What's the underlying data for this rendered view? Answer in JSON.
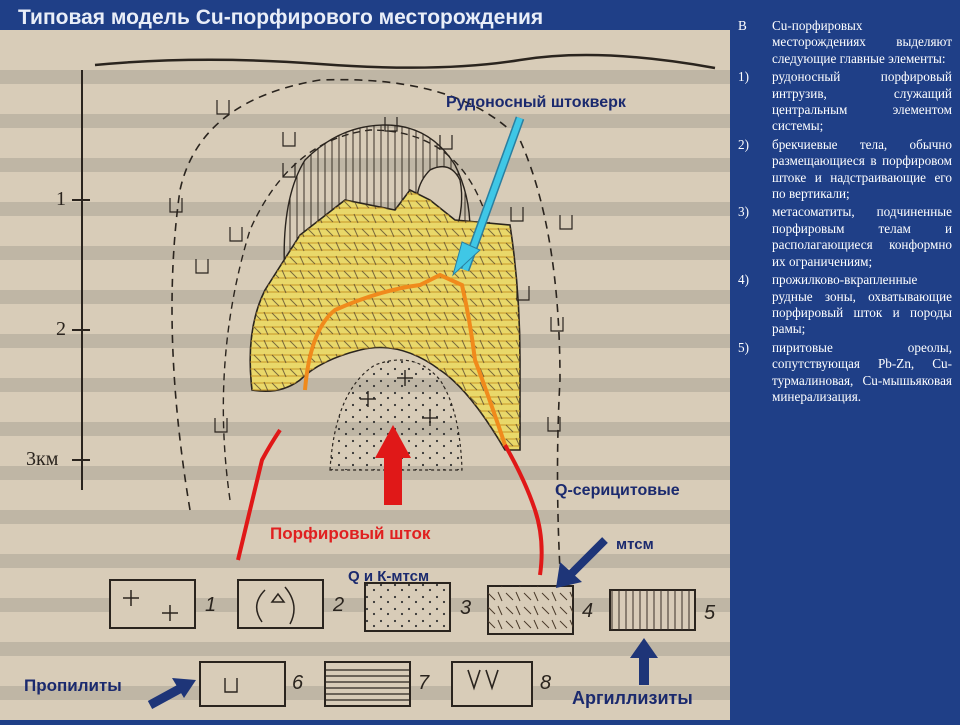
{
  "title": "Типовая модель Cu-порфирового месторождения",
  "figure": {
    "depth_marks": [
      "1",
      "2",
      "3км"
    ],
    "labels": {
      "stockwork": "Рудоносный штокверк",
      "q_sericite": "Q-серицитовые",
      "porphyry_stock": "Порфировый шток",
      "mtsm": "мтсм",
      "q_k_mtsm": "Q и К-мтсм",
      "propylites": "Пропилиты",
      "argillizites": "Аргиллизиты"
    },
    "legend_numbers": [
      "1",
      "2",
      "3",
      "4",
      "5",
      "6",
      "7",
      "8"
    ],
    "colors": {
      "ore_body": "#e9d86a",
      "paper": "#d8ccb8",
      "red_arrow": "#e01818",
      "orange_contour": "#f08a1c",
      "cyan_arrow": "#3fc7e6",
      "navy_arrow": "#1e3578"
    }
  },
  "side": {
    "intro_prefix": "В",
    "intro_text": "Cu-порфировых месторождениях выделяют следующие главные элементы:",
    "items": [
      {
        "num": "1)",
        "text": "рудоносный порфировый интрузив, служащий центральным элементом системы;"
      },
      {
        "num": "2)",
        "text": "брекчиевые тела, обычно размещающиеся в порфировом штоке и надстраивающие его по вертикали;"
      },
      {
        "num": "3)",
        "text": "метасоматиты, подчиненные порфировым телам и располагающиеся конформно их ограничениям;"
      },
      {
        "num": "4)",
        "text": "прожилково-вкрапленные рудные зоны, охватывающие порфировый шток и породы рамы;"
      },
      {
        "num": "5)",
        "text": "пиритовые ореолы, сопутствующая Pb-Zn, Cu-турмалиновая, Cu-мышьяковая минерализация."
      }
    ]
  }
}
